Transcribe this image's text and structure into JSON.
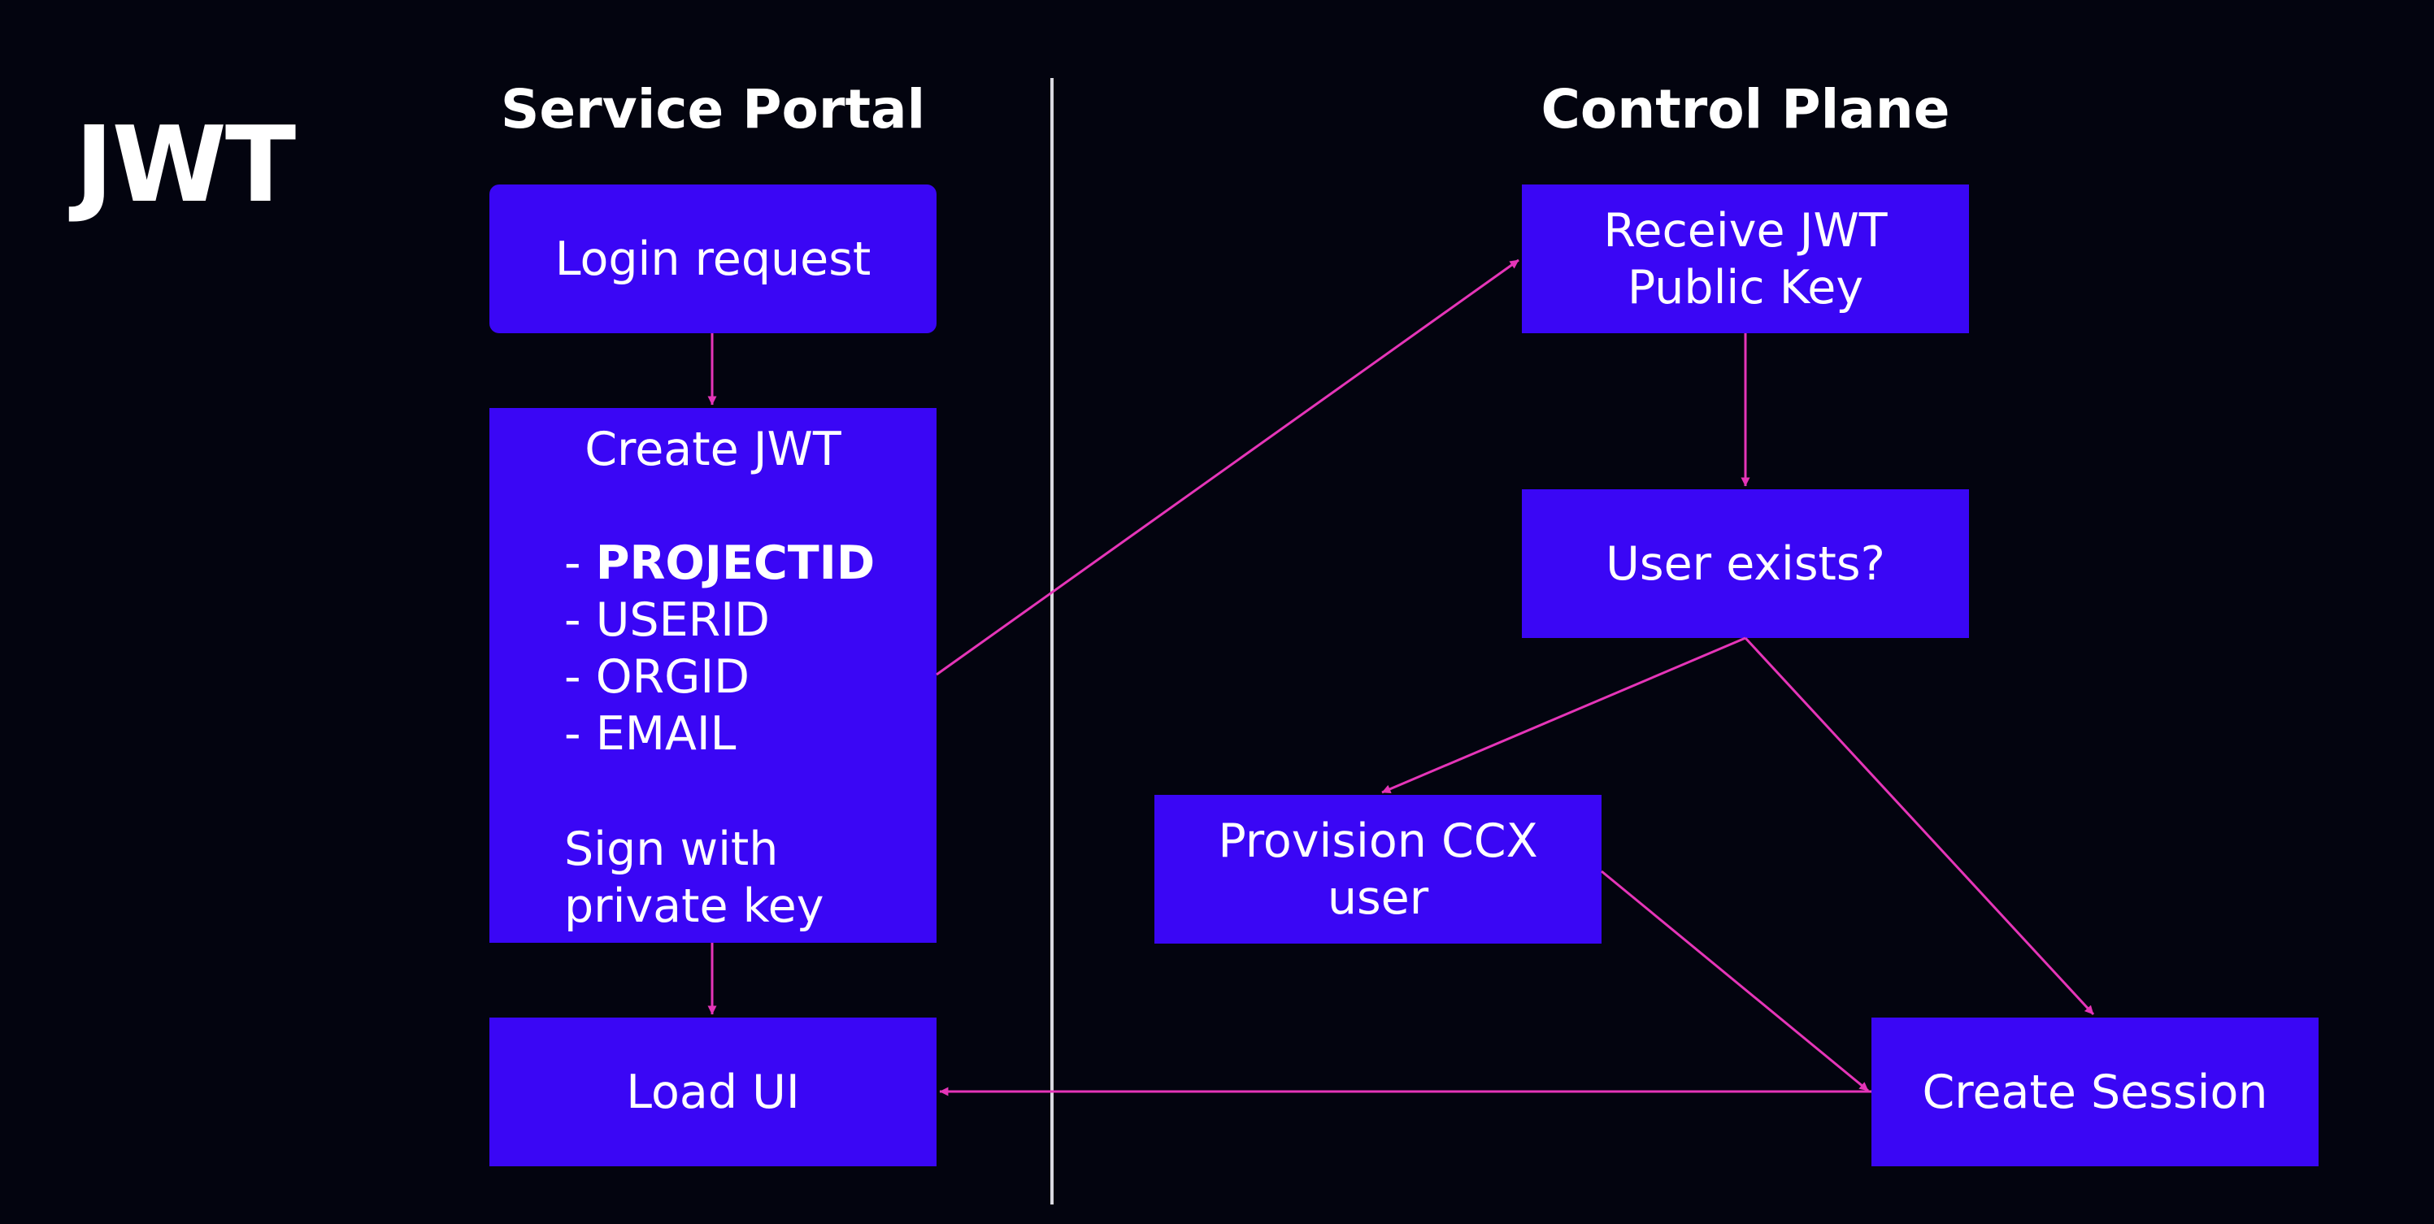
{
  "title": "JWT",
  "columns": {
    "left": "Service Portal",
    "right": "Control Plane"
  },
  "nodes": {
    "login_request": "Login request",
    "create_jwt": {
      "title": "Create JWT",
      "items": [
        {
          "prefix": "- ",
          "text": "PROJECTID"
        },
        {
          "prefix": "- ",
          "text": "USERID"
        },
        {
          "prefix": "- ",
          "text": "ORGID"
        },
        {
          "prefix": "- ",
          "text": "EMAIL"
        }
      ],
      "sign_line1": "Sign with",
      "sign_line2": "private key"
    },
    "load_ui": "Load UI",
    "receive_jwt": "Receive JWT\nPublic Key",
    "user_exists": "User exists?",
    "provision_user": "Provision CCX\nuser",
    "create_session": "Create Session"
  },
  "colors": {
    "background": "#03040f",
    "node_fill": "#3a06f5",
    "arrow": "#e535b8",
    "text": "#ffffff",
    "divider": "#d9d9e0"
  }
}
